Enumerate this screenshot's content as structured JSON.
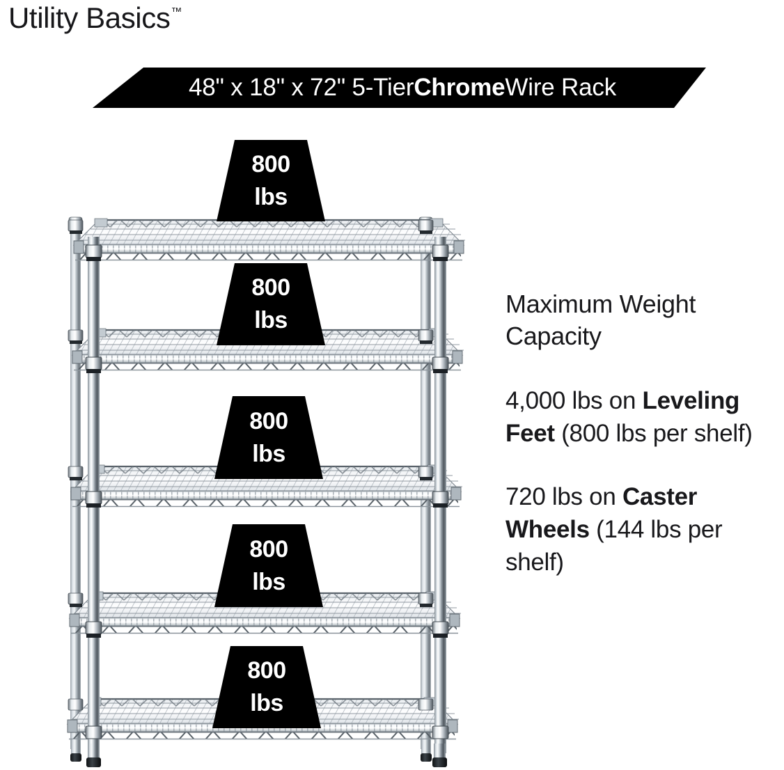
{
  "brand": {
    "name": "Utility Basics",
    "trademark": "™"
  },
  "banner": {
    "text_before": "48\" x 18\" x 72\" 5-Tier ",
    "text_bold": "Chrome",
    "text_after": " Wire Rack",
    "full_text": "48\" x 18\" x 72\" 5-Tier Chrome Wire Rack",
    "background_color": "#000000",
    "text_color": "#ffffff"
  },
  "info": {
    "heading": "Maximum Weight Capacity",
    "paragraph_1": {
      "part_1": "4,000 lbs on ",
      "bold_1": "Leveling Feet",
      "part_2": " (800 lbs per shelf)",
      "full_text": "4,000 lbs on Leveling Feet (800 lbs per shelf)"
    },
    "paragraph_2": {
      "part_1": "720 lbs on ",
      "bold_1": "Caster Wheels",
      "part_2": " (144 lbs per shelf)",
      "full_text": "720 lbs on Caster Wheels (144 lbs per shelf)"
    }
  },
  "product": {
    "type": "5-tier chrome wire shelving rack",
    "width_in": "48\"",
    "depth_in": "18\"",
    "height_in": "72\"",
    "tiers": 5,
    "finish": "Chrome",
    "shelf_capacity_label": "800 lbs",
    "callouts": [
      {
        "number": "800",
        "unit": "lbs"
      },
      {
        "number": "800",
        "unit": "lbs"
      },
      {
        "number": "800",
        "unit": "lbs"
      },
      {
        "number": "800",
        "unit": "lbs"
      },
      {
        "number": "800",
        "unit": "lbs"
      }
    ]
  },
  "colors": {
    "background": "#ffffff",
    "ink": "#18181b",
    "banner": "#000000",
    "chrome_light": "#f4f6f8",
    "chrome_mid": "#b9c0c7",
    "chrome_dark": "#5d666e",
    "chrome_shadow": "#2b3137"
  }
}
